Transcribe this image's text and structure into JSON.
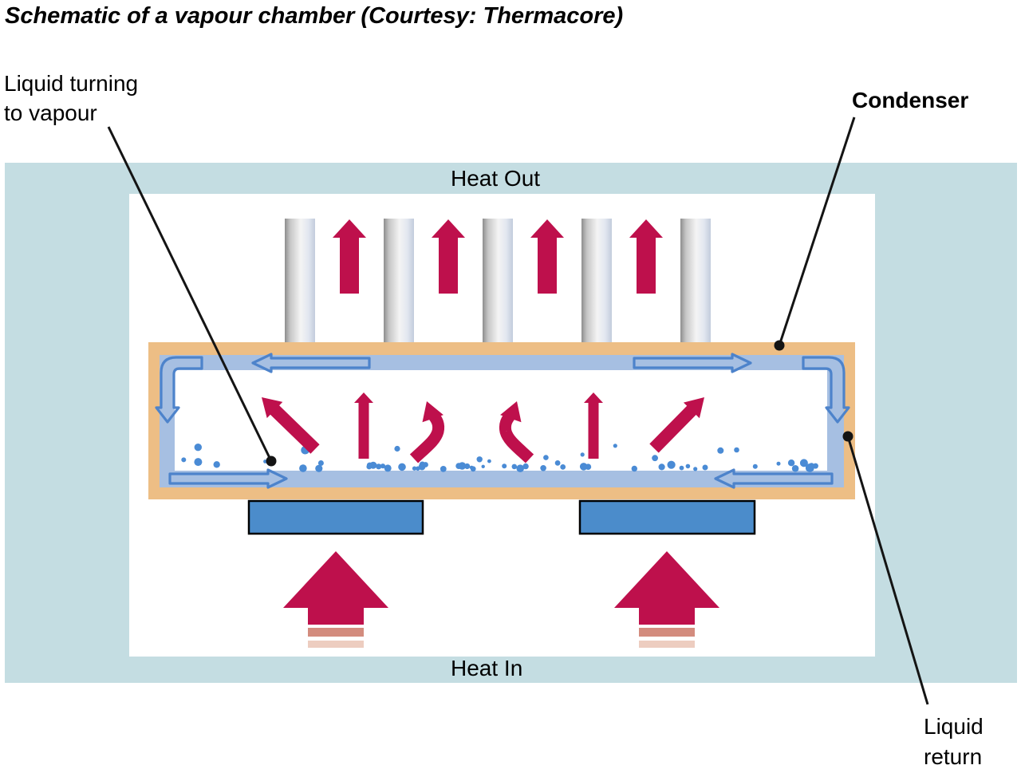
{
  "title": "Schematic of a vapour chamber (Courtesy: Thermacore)",
  "labels": {
    "liquid_turning_line1": "Liquid turning",
    "liquid_turning_line2": "to vapour",
    "condenser": "Condenser",
    "heat_out": "Heat Out",
    "heat_in": "Heat In",
    "liquid_return_line1": "Liquid",
    "liquid_return_line2": "return"
  },
  "icons": {
    "heat_out_arrow": "solid-up-arrow",
    "heat_in_arrow": "large-solid-up-arrow",
    "vapour_rise_arrow": "solid-up-arrow",
    "vapour_flow_arrow": "outlined-arrow",
    "condensate_flow_arrow": "outlined-bent-arrow",
    "pointer_marker": "filled-circle"
  },
  "colors": {
    "cooling_air_panel": "#C4DDE2",
    "chamber_wall_orange": "#EDBE85",
    "wick_lining_blue": "#A6BFE2",
    "flow_arrow_outline_blue": "#4D83CB",
    "liquid_droplet_blue": "#4A8BD5",
    "heat_arrow_red": "#BE104C",
    "heat_stripe_salmon": "#D38C7E",
    "heat_stripe_pale": "#EDCDC0",
    "heat_source_blue": "#4B8CCB",
    "pointer_ink": "#141414"
  },
  "diagram": {
    "condenser_fin_count": 5,
    "heat_out_arrow_count": 4,
    "vapour_rise_arrow_count": 6,
    "heat_source_block_count": 2,
    "heat_in_arrow_count": 2,
    "liquid_droplet_count": 62
  }
}
